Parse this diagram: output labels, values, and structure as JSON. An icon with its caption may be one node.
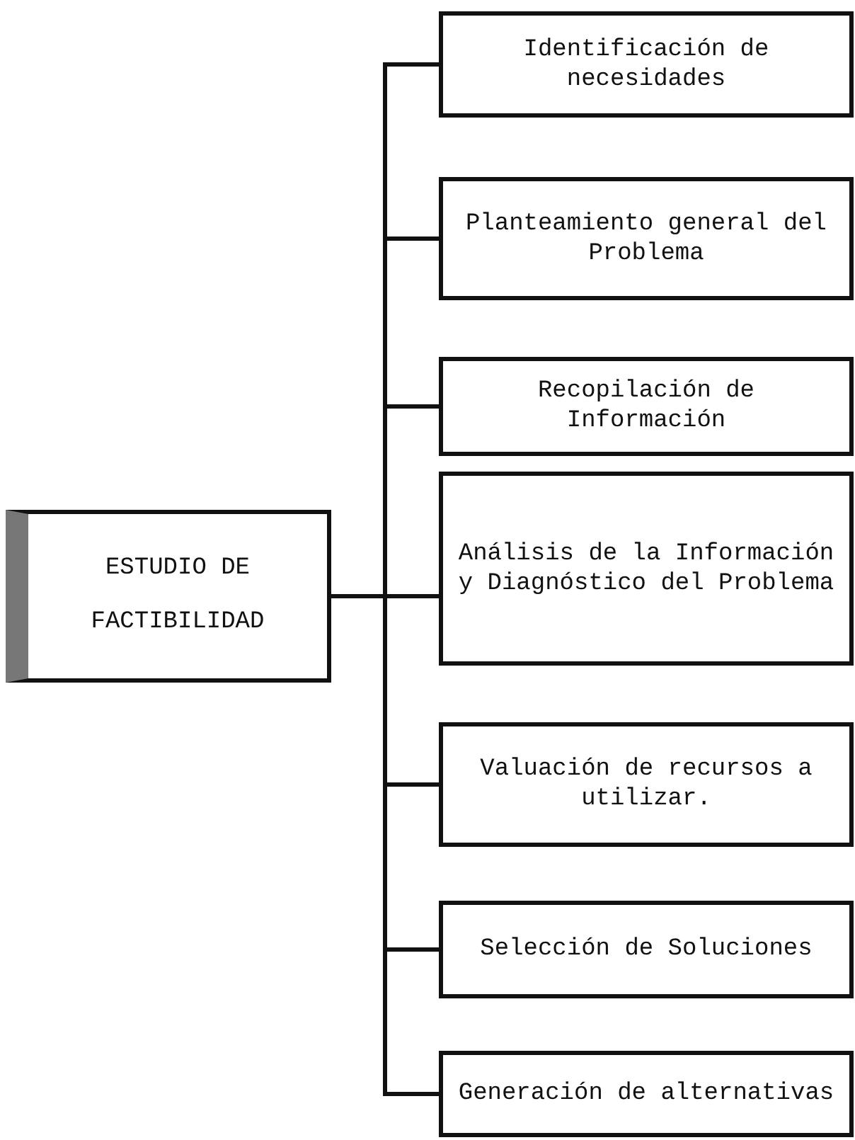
{
  "diagram": {
    "nodes": [
      {
        "text": [
          "ESTUDIO DE FACTIBILIDAD"
        ]
      },
      {
        "text": [
          "Identificación de necesidades"
        ]
      },
      {
        "text": [
          "Planteamiento general del Problema"
        ]
      },
      {
        "text": [
          "Recopilación de Información"
        ]
      },
      {
        "text": [
          "Análisis de la Información y Diagnóstico del Problema"
        ]
      },
      {
        "text": [
          "Valuación de recursos a utilizar."
        ]
      },
      {
        "text": [
          "Selección de Soluciones"
        ]
      },
      {
        "text": [
          "Generación de alternativas"
        ]
      }
    ],
    "edges": [
      {
        "from": 0,
        "to": 1,
        "arrow": "none"
      },
      {
        "from": 0,
        "to": 2,
        "arrow": "none"
      },
      {
        "from": 0,
        "to": 3,
        "arrow": "none"
      },
      {
        "from": 0,
        "to": 4,
        "arrow": "none"
      },
      {
        "from": 0,
        "to": 5,
        "arrow": "none"
      },
      {
        "from": 0,
        "to": 6,
        "arrow": "none"
      },
      {
        "from": 0,
        "to": 7,
        "arrow": "none"
      }
    ]
  }
}
